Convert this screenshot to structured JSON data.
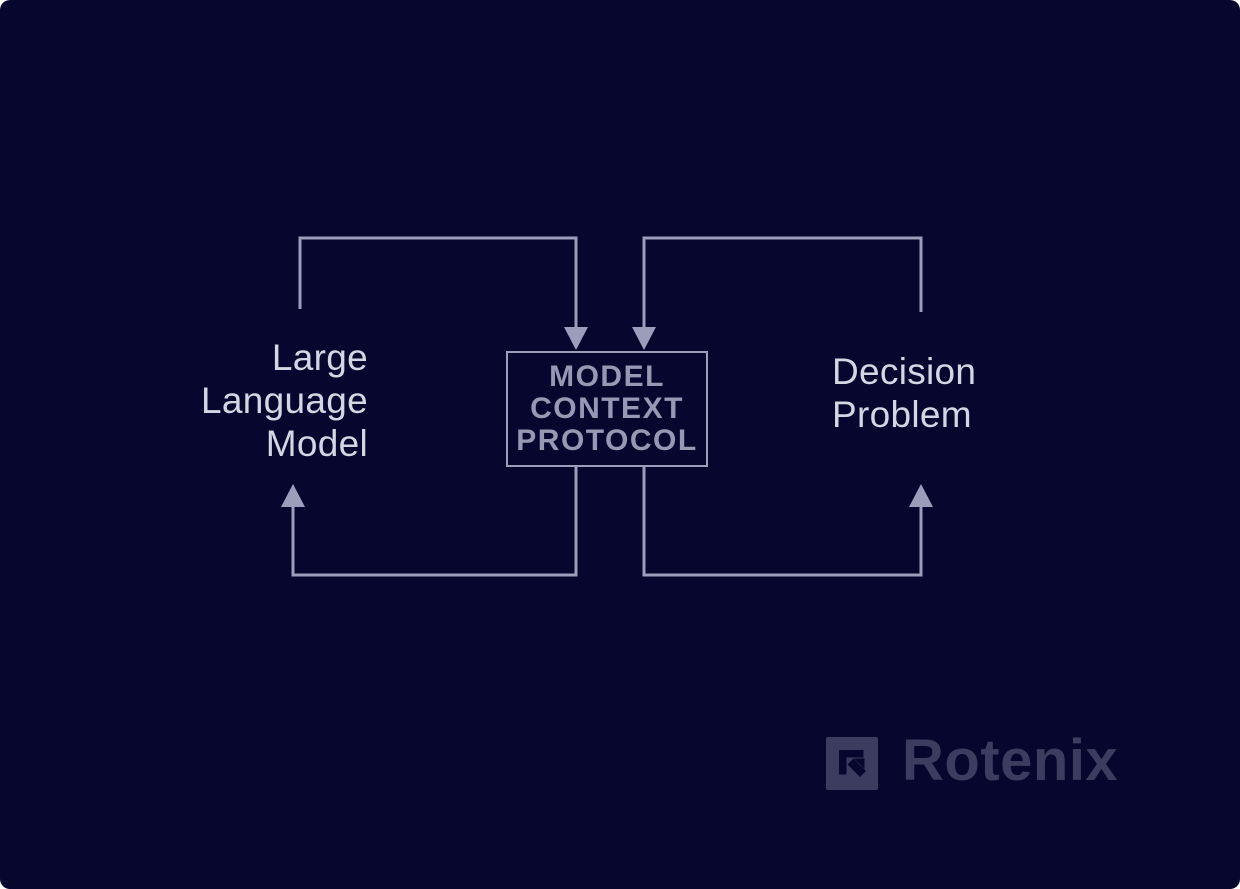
{
  "colors": {
    "bg": "#06062e",
    "line": "#9b9dba",
    "label": "#d5d6e3",
    "mcp": "#9698b4",
    "logo": "#3c3c60"
  },
  "diagram": {
    "nodes": {
      "llm": {
        "label": "Large\nLanguage\nModel"
      },
      "mcp": {
        "label": "MODEL\nCONTEXT\nPROTOCOL"
      },
      "dp": {
        "label": "Decision\nProblem"
      }
    },
    "edges": [
      {
        "from": "llm",
        "to": "mcp",
        "route": "top-left",
        "arrow": "into-mcp-top"
      },
      {
        "from": "dp",
        "to": "mcp",
        "route": "top-right",
        "arrow": "into-mcp-top"
      },
      {
        "from": "mcp",
        "to": "llm",
        "route": "bottom-left",
        "arrow": "up-into-llm"
      },
      {
        "from": "mcp",
        "to": "dp",
        "route": "bottom-right",
        "arrow": "up-into-dp"
      }
    ]
  },
  "logo": {
    "text": "Rotenix",
    "icon": "arrow-up-left-icon"
  }
}
